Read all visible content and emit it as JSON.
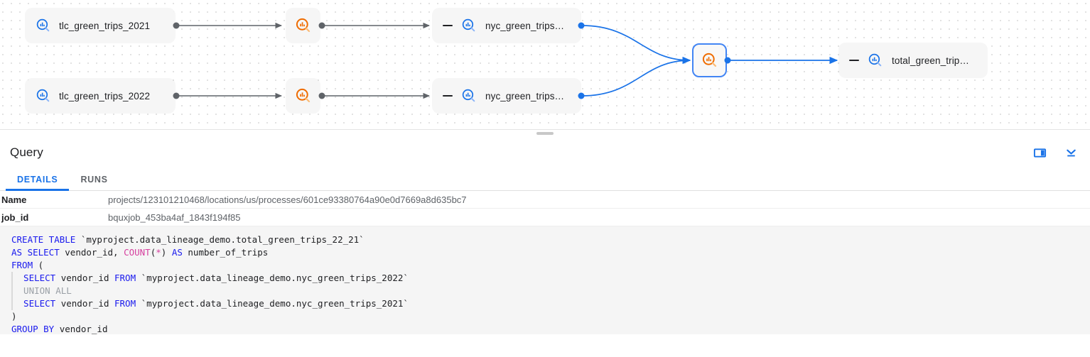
{
  "graph": {
    "nodes": [
      {
        "id": "tlc2021",
        "label": "tlc_green_trips_2021",
        "icon": "bigquery-table-icon",
        "kind": "table",
        "selected": false
      },
      {
        "id": "tlc2022",
        "label": "tlc_green_trips_2022",
        "icon": "bigquery-table-icon",
        "kind": "table",
        "selected": false
      },
      {
        "id": "proc-top",
        "label": "",
        "icon": "bigquery-process-icon",
        "kind": "process",
        "selected": false
      },
      {
        "id": "proc-bottom",
        "label": "",
        "icon": "bigquery-process-icon",
        "kind": "process",
        "selected": false
      },
      {
        "id": "nyc2021",
        "label": "nyc_green_trips…",
        "icon": "bigquery-table-icon",
        "kind": "table",
        "selected": false
      },
      {
        "id": "nyc2022",
        "label": "nyc_green_trips…",
        "icon": "bigquery-table-icon",
        "kind": "table",
        "selected": false
      },
      {
        "id": "proc-merge",
        "label": "",
        "icon": "bigquery-process-icon",
        "kind": "process",
        "selected": true
      },
      {
        "id": "total",
        "label": "total_green_trip…",
        "icon": "bigquery-table-icon",
        "kind": "table",
        "selected": false
      }
    ],
    "colors": {
      "edge": "#5f6368",
      "edge_selected": "#1a73e8",
      "process_icon": "#ef6c00",
      "table_icon": "#1a73e8",
      "selection_border": "#4285f4"
    }
  },
  "panel": {
    "title": "Query",
    "actions": [
      {
        "name": "split-panel-icon",
        "tooltip": "Split panel"
      },
      {
        "name": "collapse-panel-icon",
        "tooltip": "Collapse"
      }
    ],
    "tabs": [
      {
        "label": "DETAILS",
        "active": true
      },
      {
        "label": "RUNS",
        "active": false
      }
    ],
    "details": [
      {
        "key": "Name",
        "value": "projects/123101210468/locations/us/processes/601ce93380764a90e0d7669a8d635bc7"
      },
      {
        "key": "job_id",
        "value": "bquxjob_453ba4af_1843f194f85"
      }
    ]
  },
  "sql": {
    "lines": [
      {
        "indent": false,
        "tokens": [
          {
            "t": "CREATE TABLE ",
            "c": "kw"
          },
          {
            "t": "`myproject.data_lineage_demo.total_green_trips_22_21`",
            "c": ""
          }
        ]
      },
      {
        "indent": false,
        "tokens": [
          {
            "t": "AS SELECT ",
            "c": "kw"
          },
          {
            "t": "vendor_id, ",
            "c": ""
          },
          {
            "t": "COUNT",
            "c": "fn"
          },
          {
            "t": "(",
            "c": ""
          },
          {
            "t": "*",
            "c": "op"
          },
          {
            "t": ") ",
            "c": ""
          },
          {
            "t": "AS ",
            "c": "kw"
          },
          {
            "t": "number_of_trips",
            "c": ""
          }
        ]
      },
      {
        "indent": false,
        "tokens": [
          {
            "t": "FROM ",
            "c": "kw"
          },
          {
            "t": "(",
            "c": ""
          }
        ]
      },
      {
        "indent": true,
        "tokens": [
          {
            "t": "  SELECT ",
            "c": "kw"
          },
          {
            "t": "vendor_id ",
            "c": ""
          },
          {
            "t": "FROM ",
            "c": "kw"
          },
          {
            "t": "`myproject.data_lineage_demo.nyc_green_trips_2022`",
            "c": ""
          }
        ]
      },
      {
        "indent": true,
        "tokens": [
          {
            "t": "  UNION ALL",
            "c": "dim"
          }
        ]
      },
      {
        "indent": true,
        "tokens": [
          {
            "t": "  SELECT ",
            "c": "kw"
          },
          {
            "t": "vendor_id ",
            "c": ""
          },
          {
            "t": "FROM ",
            "c": "kw"
          },
          {
            "t": "`myproject.data_lineage_demo.nyc_green_trips_2021`",
            "c": ""
          }
        ]
      },
      {
        "indent": false,
        "tokens": [
          {
            "t": ")",
            "c": ""
          }
        ]
      },
      {
        "indent": false,
        "tokens": [
          {
            "t": "GROUP BY ",
            "c": "kw"
          },
          {
            "t": "vendor_id",
            "c": ""
          }
        ]
      }
    ]
  }
}
